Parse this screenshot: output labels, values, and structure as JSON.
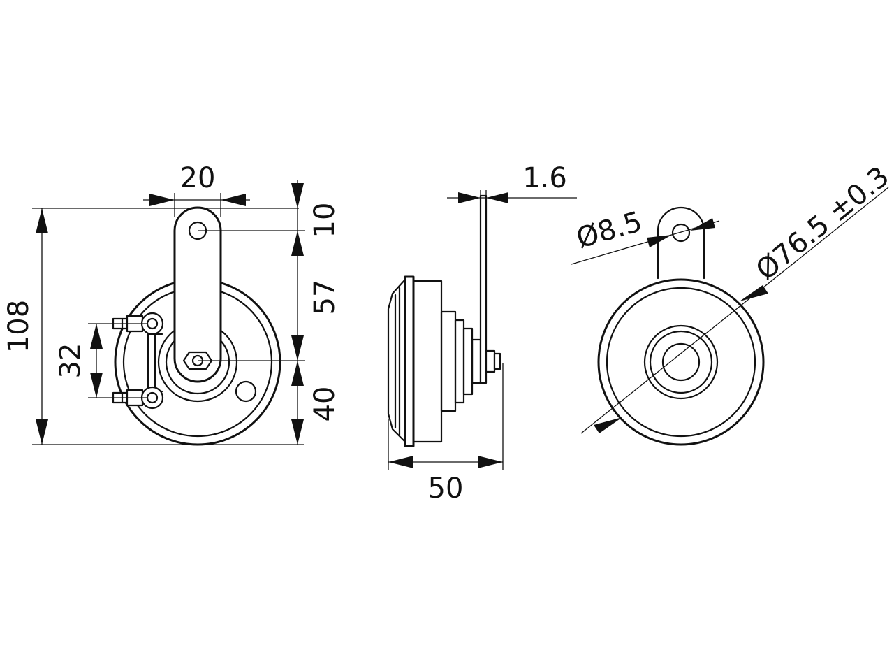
{
  "dimensions": {
    "width_20": "20",
    "offset_10": "10",
    "height_108": "108",
    "span_57": "57",
    "span_40": "40",
    "pitch_32": "32",
    "thickness_1_6": "1.6",
    "depth_50": "50",
    "hole_diameter": "Ø8.5",
    "body_diameter": "Ø76.5 ±0.3"
  }
}
